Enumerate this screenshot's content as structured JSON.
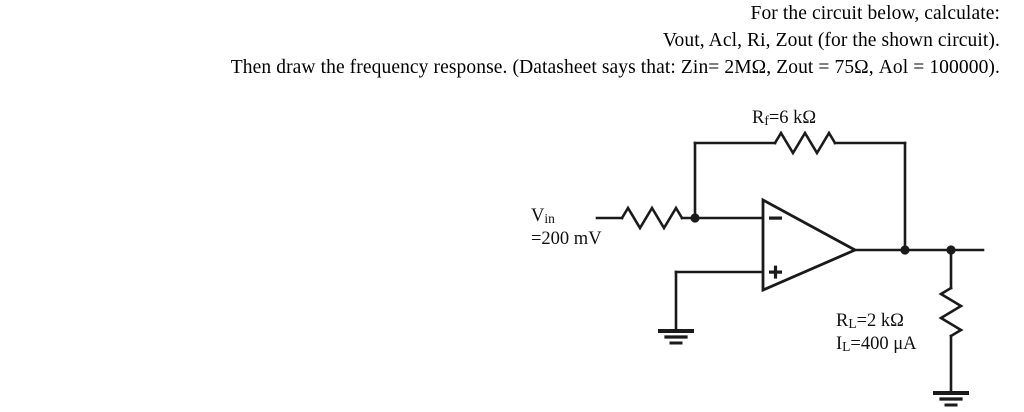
{
  "problem": {
    "lines": [
      "For the circuit below, calculate:",
      "Vout, Acl, Ri, Zout (for the shown circuit).",
      "Then draw the frequency response. (Datasheet says that: Zin= 2MΩ, Zout = 75Ω, Aol = 100000)."
    ]
  },
  "circuit": {
    "type": "inverting-op-amp-amplifier",
    "title": "Inverting operational amplifier with load",
    "labels": {
      "feedback_resistor": {
        "symbol": "R",
        "subscript": "f",
        "text": "=6 kΩ",
        "full": "Rf =6 kΩ"
      },
      "input_source_name": {
        "symbol": "V",
        "subscript": "in",
        "full": "Vin"
      },
      "input_source_value": {
        "full": "=200 mV"
      },
      "load_resistor": {
        "symbol": "R",
        "subscript": "L",
        "text": "=2 kΩ",
        "full": "RL =2 kΩ"
      },
      "load_current": {
        "symbol": "I",
        "subscript": "L",
        "text": "=400 μA",
        "full": "IL =400 μA"
      },
      "inverting_input": "−",
      "noninverting_input": "+"
    },
    "components": [
      {
        "name": "input-resistor",
        "kind": "resistor",
        "label": ""
      },
      {
        "name": "feedback-resistor",
        "kind": "resistor",
        "label": "Rf =6 kΩ"
      },
      {
        "name": "opamp",
        "kind": "operational-amplifier",
        "label": ""
      },
      {
        "name": "load-resistor",
        "kind": "resistor",
        "label": "RL =2 kΩ"
      },
      {
        "name": "ground-noninverting",
        "kind": "ground",
        "label": ""
      },
      {
        "name": "ground-load",
        "kind": "ground",
        "label": ""
      }
    ],
    "colors": {
      "wire": "#1a1a1a",
      "background": "#ffffff",
      "text": "#111111"
    }
  }
}
